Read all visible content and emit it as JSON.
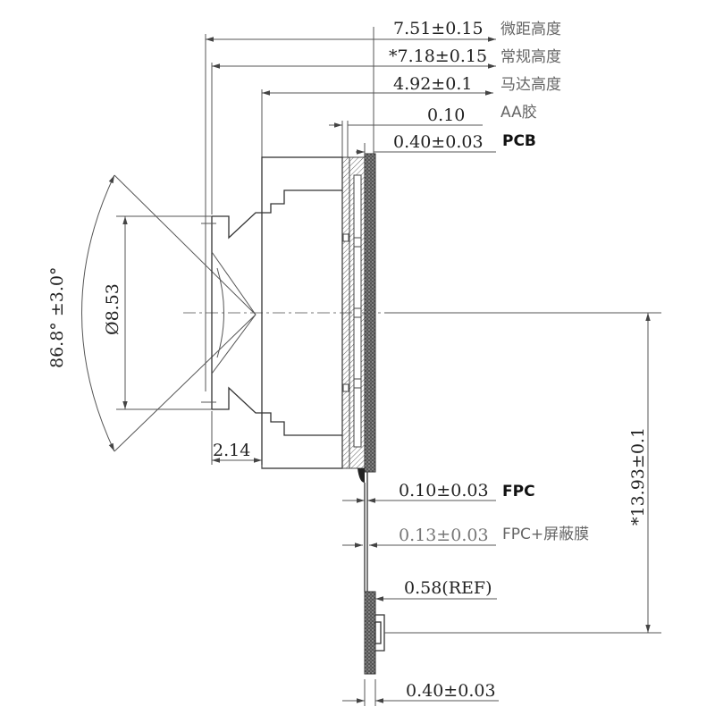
{
  "dimensions": {
    "macro_height": {
      "value": "7.51±0.15",
      "label": "微距高度"
    },
    "normal_height": {
      "value": "*7.18±0.15",
      "label": "常规高度"
    },
    "motor_height": {
      "value": "4.92±0.1",
      "label": "马达高度"
    },
    "aa_glue": {
      "value": "0.10",
      "label": "AA胶"
    },
    "pcb": {
      "value": "0.40±0.03",
      "label": "PCB"
    },
    "fpc": {
      "value": "0.10±0.03",
      "label": "FPC"
    },
    "fpc_shield": {
      "value": "0.13±0.03",
      "label": "FPC+屏蔽膜"
    },
    "ref": {
      "value": "0.58(REF)"
    },
    "bottom": {
      "value": "0.40±0.03"
    },
    "fov": {
      "value": "86.8° ±3.0°"
    },
    "diameter": {
      "value": "Ø8.53"
    },
    "lens_offset": {
      "value": "2.14"
    },
    "total_height": {
      "value": "*13.93±0.1"
    }
  },
  "colors": {
    "line": "#555555",
    "text": "#222222",
    "grey_text": "#777777",
    "fill": "#333333"
  }
}
